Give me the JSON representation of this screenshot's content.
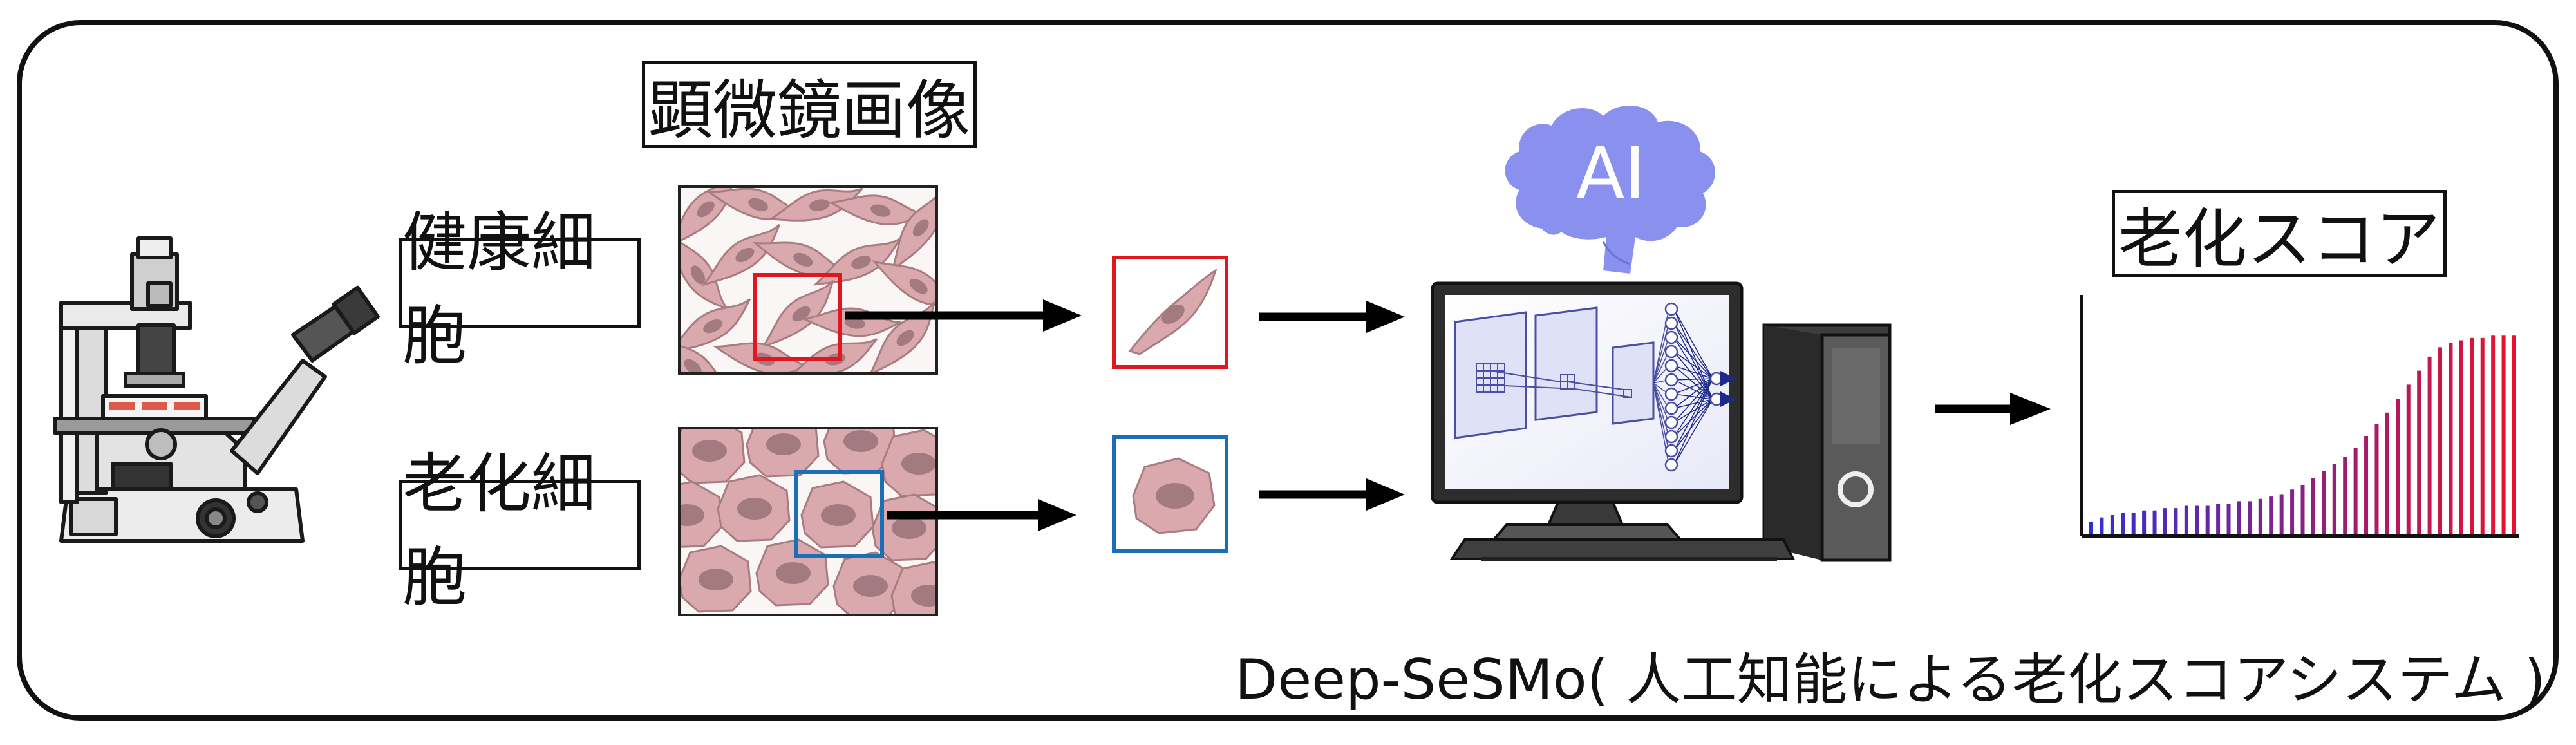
{
  "labels": {
    "microscope_image": "顕微鏡画像",
    "healthy_cell": "健康細胞",
    "senescent_cell": "老化細胞",
    "aging_score": "老化スコア",
    "ai": "AI",
    "system_caption": "Deep-SeSMo( 人工知能による老化スコアシステム )"
  },
  "colors": {
    "healthy_frame": "#e0171e",
    "senescent_frame": "#1a6fb5",
    "cell_fill": "#d9a9ae",
    "cell_nucleus": "#a27a80",
    "brain": "#8a90ee",
    "bar_low": "#2f2fd6",
    "bar_high": "#e8112d"
  },
  "chart_data": {
    "type": "bar",
    "title": "老化スコア",
    "values": [
      0.05,
      0.07,
      0.08,
      0.09,
      0.09,
      0.1,
      0.1,
      0.11,
      0.11,
      0.12,
      0.12,
      0.12,
      0.13,
      0.13,
      0.14,
      0.14,
      0.15,
      0.16,
      0.17,
      0.19,
      0.21,
      0.24,
      0.27,
      0.3,
      0.33,
      0.37,
      0.42,
      0.47,
      0.52,
      0.58,
      0.64,
      0.7,
      0.76,
      0.8,
      0.82,
      0.83,
      0.84,
      0.84,
      0.85,
      0.85,
      0.85
    ]
  }
}
